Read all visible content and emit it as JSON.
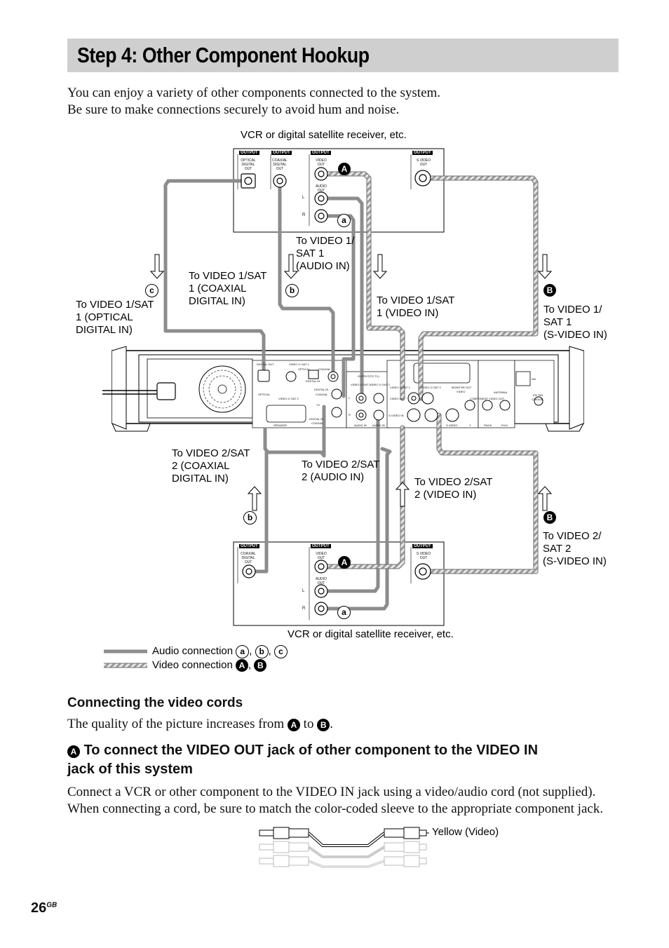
{
  "header": {
    "title": "Step 4: Other Component Hookup"
  },
  "intro": {
    "line1": "You can enjoy a variety of other components connected to the system.",
    "line2": "Be sure to make connections securely to avoid hum and noise."
  },
  "diagram": {
    "top_device_caption": "VCR or digital satellite receiver, etc.",
    "bottom_device_caption": "VCR or digital satellite receiver, etc.",
    "labels": {
      "optical_in_1": [
        "To VIDEO 1/SAT",
        "1 (OPTICAL",
        "DIGITAL IN)"
      ],
      "coaxial_in_1": [
        "To VIDEO 1/SAT",
        "1 (COAXIAL",
        "DIGITAL IN)"
      ],
      "audio_in_1": [
        "To VIDEO 1/",
        "SAT 1",
        "(AUDIO IN)"
      ],
      "video_in_1": [
        "To VIDEO 1/SAT",
        "1 (VIDEO IN)"
      ],
      "svideo_in_1": [
        "To VIDEO 1/",
        "SAT 1",
        "(S-VIDEO IN)"
      ],
      "coaxial_in_2": [
        "To VIDEO 2/SAT",
        "2 (COAXIAL",
        "DIGITAL IN)"
      ],
      "audio_in_2": [
        "To VIDEO 2/SAT",
        "2 (AUDIO IN)"
      ],
      "video_in_2": [
        "To VIDEO 2/SAT",
        "2 (VIDEO IN)"
      ],
      "svideo_in_2": [
        "To VIDEO 2/",
        "SAT 2",
        "(S-VIDEO IN)"
      ]
    },
    "markers": {
      "A": "A",
      "B": "B",
      "a": "a",
      "b": "b",
      "c": "c"
    },
    "panel_text": {
      "output": "OUTPUT",
      "optical_digital_out": [
        "OPTICAL",
        "DIGITAL",
        "OUT"
      ],
      "coaxial_digital_out": [
        "COAXIAL",
        "DIGITAL",
        "OUT"
      ],
      "video_out": [
        "VIDEO",
        "OUT"
      ],
      "audio_out": [
        "AUDIO",
        "OUT"
      ],
      "s_video_out": [
        "S VIDEO",
        "OUT"
      ],
      "L": "L",
      "R": "R"
    },
    "unit_text": {
      "digital_out": "DIGITAL OUT",
      "video1_sat1": "VIDEO 1/   SAT 1",
      "optical": "OPTICAL",
      "coaxial": "COAXIAL",
      "digital_in": "DIGITAL IN",
      "video2_sat2": "VIDEO 2/   SAT 2",
      "tv": "TV",
      "speaker": "SPEAKER",
      "output_to_tv": "OUTPUT(TO TV)",
      "video1_sat1_short": "VIDEO 1/ SAT 1",
      "video2_sat2_short": "VIDEO 2/ SAT 2",
      "monitor_out": "MONITOR OUT",
      "antenna": "ANTENNA",
      "component_video_out": "COMPONENT VIDEO OUT",
      "video_in": "VIDEO IN",
      "s_video_in": "S-VIDEO IN",
      "audio_in": "AUDIO IN",
      "s_video": "S VIDEO",
      "video": "VIDEO",
      "y": "Y",
      "pb_cb": "Pb/Cb",
      "pr_cr": "Pr/Cr",
      "am": "AM",
      "fm": "FM 75Ω",
      "coaxial_short": "COAXIAL"
    },
    "legend": {
      "audio_label": "Audio connection",
      "audio_markers": [
        "a",
        "b",
        "c"
      ],
      "video_label": "Video connection",
      "video_markers": [
        "A",
        "B"
      ],
      "separator": ","
    }
  },
  "video_section": {
    "heading": "Connecting the video cords",
    "quality_prefix": "The quality of the picture increases from",
    "quality_from": "A",
    "quality_mid": "to",
    "quality_to": "B",
    "quality_suffix": "."
  },
  "subsection_a": {
    "marker": "A",
    "heading_line1": "To connect the VIDEO OUT jack of other component to the VIDEO IN",
    "heading_line2": "jack of this system",
    "body_line1": "Connect a VCR or other component to the VIDEO IN jack using a video/audio cord (not supplied).",
    "body_line2": "When connecting a cord, be sure to match the color-coded sleeve to the appropriate component jack.",
    "cable_label": "Yellow (Video)"
  },
  "footer": {
    "page_number": "26",
    "suffix": "GB"
  },
  "colors": {
    "title_bar": "#cfcfcf",
    "audio_cord": "#8c8c8c",
    "video_cord": "#8c8c8c",
    "text": "#111111"
  }
}
